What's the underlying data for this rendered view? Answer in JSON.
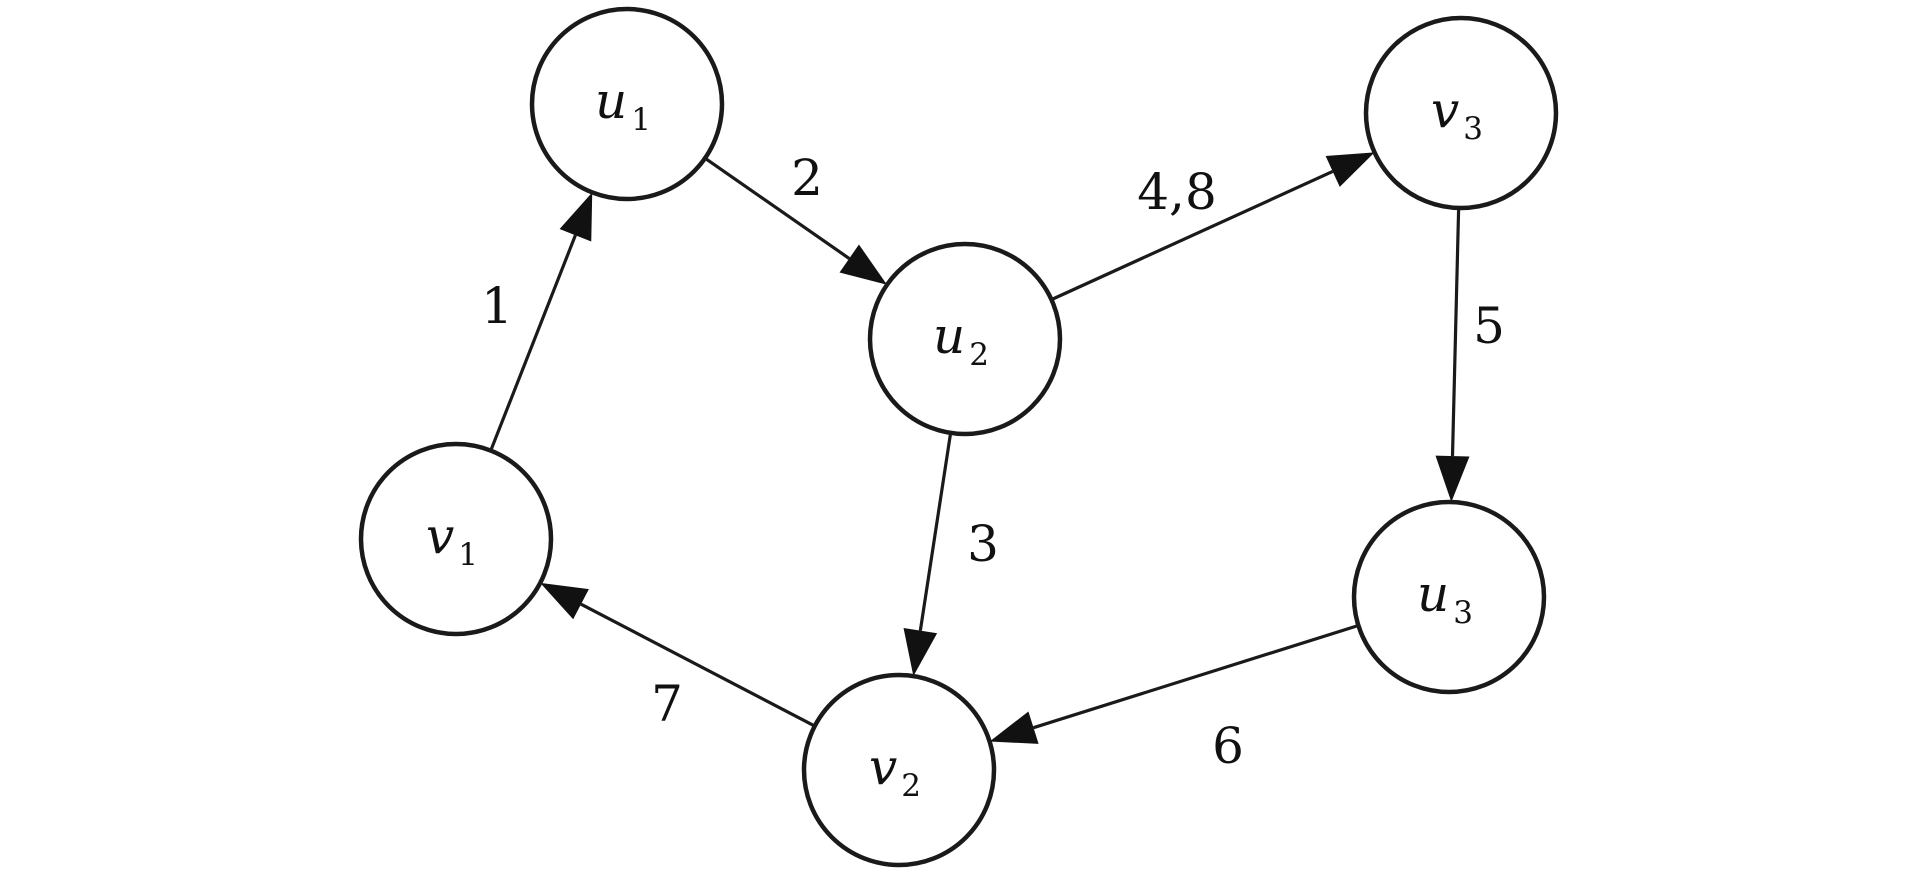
{
  "nodes": [
    {
      "id": "u1",
      "name": "u",
      "sub": "1"
    },
    {
      "id": "u2",
      "name": "u",
      "sub": "2"
    },
    {
      "id": "v3",
      "name": "v",
      "sub": "3"
    },
    {
      "id": "v1",
      "name": "v",
      "sub": "1"
    },
    {
      "id": "u3",
      "name": "u",
      "sub": "3"
    },
    {
      "id": "v2",
      "name": "v",
      "sub": "2"
    }
  ],
  "edges": [
    {
      "from": "v1",
      "to": "u1",
      "label": "1"
    },
    {
      "from": "u1",
      "to": "u2",
      "label": "2"
    },
    {
      "from": "u2",
      "to": "v2",
      "label": "3"
    },
    {
      "from": "u2",
      "to": "v3",
      "label": "4,8"
    },
    {
      "from": "v3",
      "to": "u3",
      "label": "5"
    },
    {
      "from": "u3",
      "to": "v2",
      "label": "6"
    },
    {
      "from": "v2",
      "to": "v1",
      "label": "7"
    }
  ],
  "colors": {
    "stroke": "#1a1a1a",
    "background": "#ffffff"
  }
}
